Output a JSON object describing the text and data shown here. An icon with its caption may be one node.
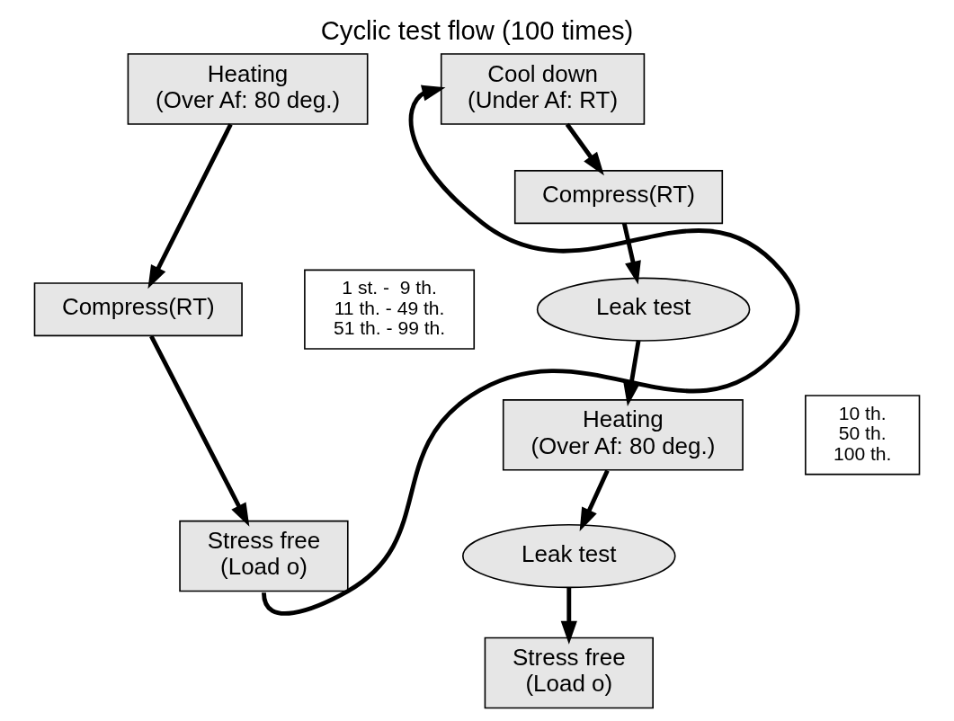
{
  "diagram": {
    "title": "Cyclic test flow (100 times)",
    "nodes": [
      {
        "text": [
          "Heating",
          "(Over Af: 80 deg.)"
        ]
      },
      {
        "text": [
          "Compress(RT)"
        ]
      },
      {
        "text": [
          "Stress free",
          "(Load o)"
        ]
      },
      {
        "text": [
          "Cool down",
          "(Under Af: RT)"
        ]
      },
      {
        "text": [
          "Compress(RT)"
        ]
      },
      {
        "text": [
          "Leak test"
        ]
      },
      {
        "text": [
          "Heating",
          "(Over Af: 80 deg.)"
        ]
      },
      {
        "text": [
          "Leak test"
        ]
      },
      {
        "text": [
          "Stress free",
          "(Load o)"
        ]
      },
      {
        "text": [
          "1 st. -  9 th.",
          "11 th. - 49 th.",
          "51 th. - 99 th."
        ]
      },
      {
        "text": [
          "10 th.",
          "50 th.",
          "100 th."
        ]
      }
    ],
    "edges": [
      {
        "from": 0,
        "to": 1,
        "arrow": "to"
      },
      {
        "from": 1,
        "to": 2,
        "arrow": "to"
      },
      {
        "from": 2,
        "to": 3,
        "arrow": "to"
      },
      {
        "from": 3,
        "to": 4,
        "arrow": "to"
      },
      {
        "from": 4,
        "to": 5,
        "arrow": "to"
      },
      {
        "from": 5,
        "to": 6,
        "arrow": "to"
      },
      {
        "from": 6,
        "to": 7,
        "arrow": "to"
      },
      {
        "from": 7,
        "to": 8,
        "arrow": "to"
      }
    ]
  }
}
